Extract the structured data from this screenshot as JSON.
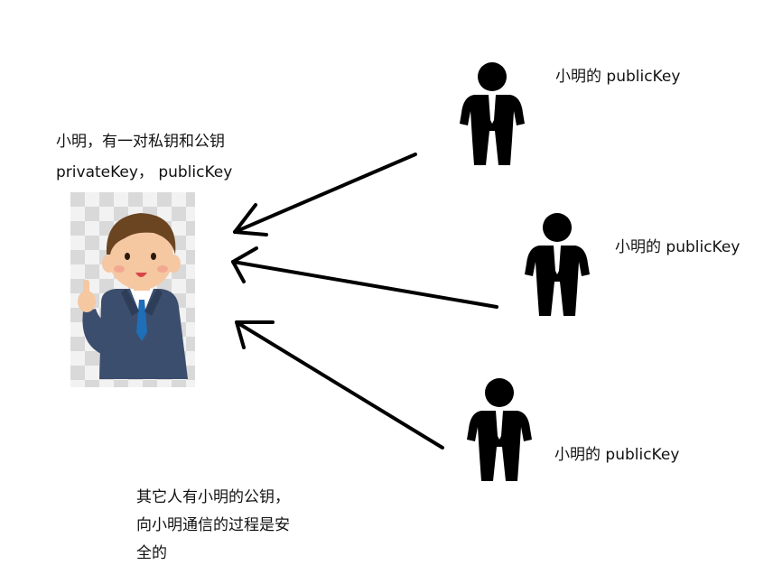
{
  "owner": {
    "label_line1": "小明，有一对私钥和公钥",
    "label_line2": "privateKey， publicKey",
    "avatar_icon": "businessman-pointing-up-illustration",
    "colors": {
      "checker_light": "#f2f2f2",
      "checker_dark": "#d9d9d9",
      "skin": "#f5c8a2",
      "hair": "#6b4421",
      "suit": "#3c4e6e",
      "tie": "#1f6eb8"
    }
  },
  "peers": [
    {
      "label": "小明的 publicKey",
      "icon": "person-icon"
    },
    {
      "label": "小明的 publicKey",
      "icon": "person-icon"
    },
    {
      "label": "小明的 publicKey",
      "icon": "person-icon"
    }
  ],
  "arrows": {
    "icon": "arrow-left-icon",
    "color": "#000000",
    "count": 3
  },
  "footer": {
    "line1": "其它人有小明的公钥，",
    "line2": "向小明通信的过程是安",
    "line3": "全的"
  }
}
